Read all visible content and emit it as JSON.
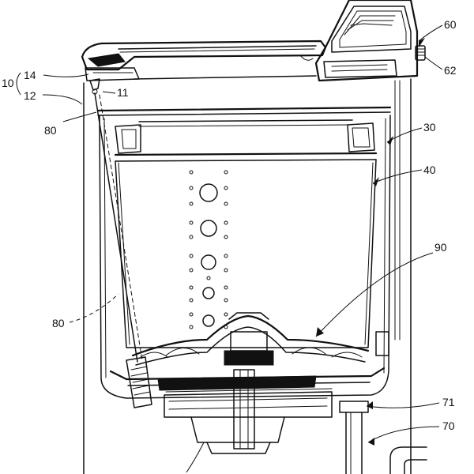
{
  "figure": {
    "reference_labels": {
      "l10": "10",
      "l11": "11",
      "l12": "12",
      "l14": "14",
      "l30": "30",
      "l40": "40",
      "l60": "60",
      "l62": "62",
      "l70": "70",
      "l71": "71",
      "l80a": "80",
      "l80b": "80",
      "l90": "90"
    }
  }
}
